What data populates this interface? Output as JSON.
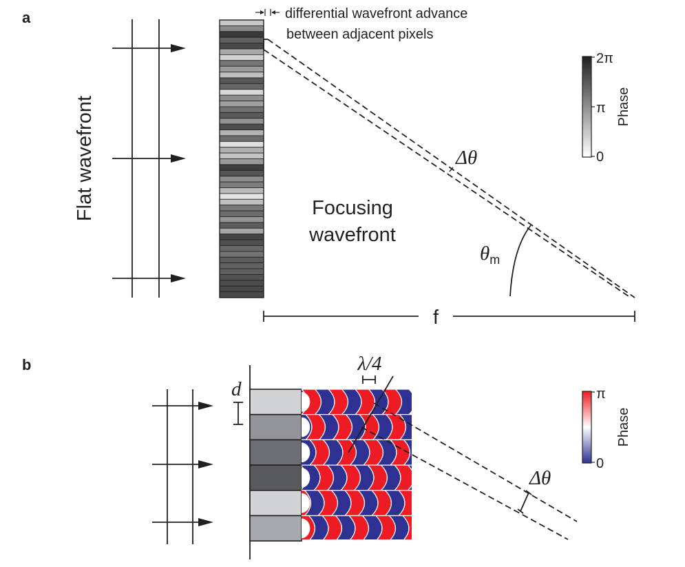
{
  "panel_a": {
    "letter": "a",
    "flat_wavefront_label": "Flat wavefront",
    "annotation_line1": "differential wavefront advance",
    "annotation_line2": "between adjacent pixels",
    "focusing_line1": "Focusing",
    "focusing_line2": "wavefront",
    "delta_theta": "Δθ",
    "theta_symbol": "θ",
    "theta_subscript": "m",
    "focal_label": "f",
    "colorbar": {
      "title": "Phase",
      "max_label": "2π",
      "mid_label": "π",
      "min_label": "0",
      "dark": "#231f20",
      "light": "#ffffff"
    },
    "pixel_colors": [
      "#c8c8c8",
      "#8a8a8a",
      "#3a3a3a",
      "#5f5f5f",
      "#4a4a4a",
      "#a8a8a8",
      "#d2d2d2",
      "#767676",
      "#9c9c9c",
      "#bdbdbd",
      "#585858",
      "#666666",
      "#d8d8d8",
      "#8e8e8e",
      "#a0a0a0",
      "#717171",
      "#5a5a5a",
      "#939393",
      "#4d4d4d",
      "#b4b4b4",
      "#6b6b6b",
      "#e0e0e0",
      "#b0b0b0",
      "#c4c4c4",
      "#9a9a9a",
      "#3f3f3f",
      "#555555",
      "#8c8c8c",
      "#7d7d7d",
      "#bbbbbb",
      "#e3e3e3",
      "#c0c0c0",
      "#797979",
      "#6c6c6c",
      "#969696",
      "#5c5c5c",
      "#a6a6a6",
      "#444444",
      "#4f4f4f",
      "#686868",
      "#737373",
      "#5b5b5b",
      "#626262",
      "#5e5e5e",
      "#525252",
      "#4b4b4b",
      "#484848",
      "#4a4a4a"
    ]
  },
  "panel_b": {
    "letter": "b",
    "pitch_label": "d",
    "lambda_label": "λ/4",
    "delta_theta": "Δθ",
    "colorbar": {
      "title": "Phase",
      "max_label": "π",
      "min_label": "0",
      "high": "#ed1c24",
      "mid": "#ffffff",
      "low": "#2e3192"
    },
    "pixel_colors": [
      "#d1d3d4",
      "#939598",
      "#6d6e71",
      "#58595b",
      "#d1d3d4",
      "#a7a9ac"
    ],
    "wave_colors": {
      "red": "#ed1c24",
      "blue": "#2e3192"
    }
  }
}
